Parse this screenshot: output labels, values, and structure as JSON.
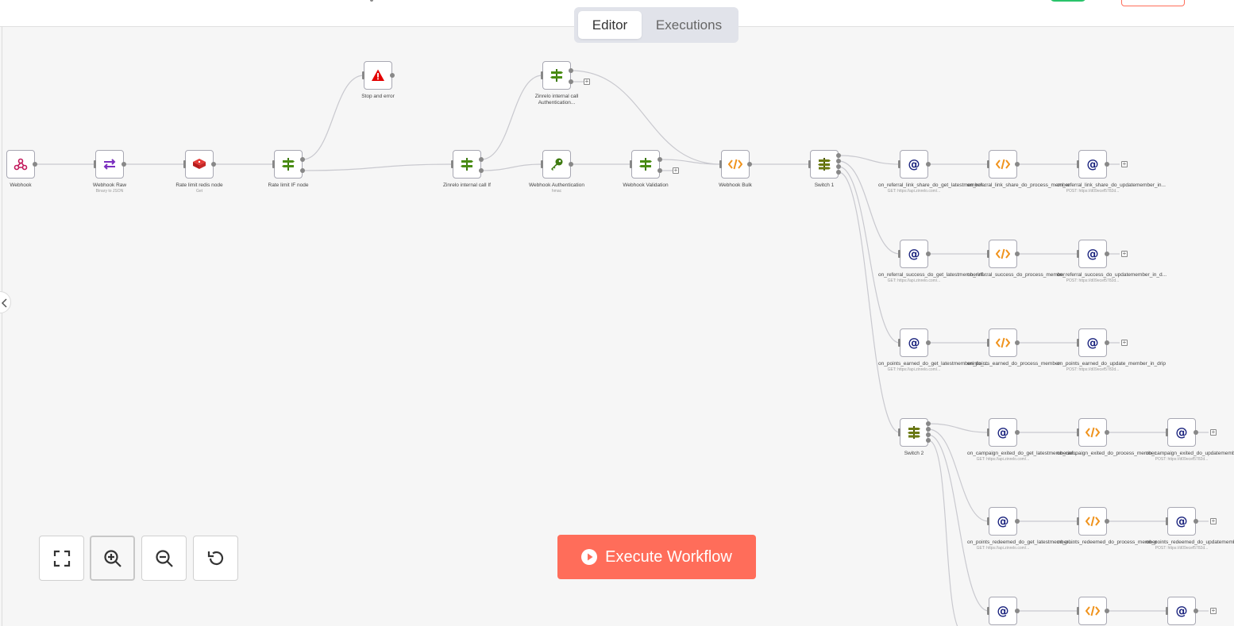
{
  "tabs": {
    "editor": "Editor",
    "executions": "Executions"
  },
  "execute_button": {
    "label": "Execute Workflow"
  },
  "zoom_controls": [
    {
      "name": "fit-view-button",
      "icon": "fit-view-icon"
    },
    {
      "name": "zoom-in-button",
      "icon": "zoom-in-icon"
    },
    {
      "name": "zoom-out-button",
      "icon": "zoom-out-icon"
    },
    {
      "name": "reset-zoom-button",
      "icon": "reset-icon"
    }
  ],
  "colors": {
    "accent": "#ff6d5a",
    "success": "#29c36a",
    "node_border": "#a8a8b3",
    "canvas": "#f6f6f6"
  },
  "nodes": [
    {
      "id": "webhook",
      "label": "Webhook",
      "icon": "webhook-icon"
    },
    {
      "id": "webhook_raw",
      "label": "Webhook Raw",
      "sub": "Binary to JSON",
      "icon": "convert-icon"
    },
    {
      "id": "rate_limit_redis",
      "label": "Rate limit redis node",
      "sub": "Get",
      "icon": "redis-icon"
    },
    {
      "id": "rate_limit_if",
      "label": "Rate limit IF node",
      "icon": "if-icon"
    },
    {
      "id": "stop_error",
      "label": "Stop and error",
      "icon": "error-icon"
    },
    {
      "id": "zinrelo_if",
      "label": "Zinrelo internal call If",
      "icon": "if-icon"
    },
    {
      "id": "zinrelo_auth",
      "label": "Zinrelo internal call Authentication...",
      "icon": "if-icon"
    },
    {
      "id": "webhook_auth",
      "label": "Webhook Authentication",
      "sub": "hmac",
      "icon": "key-icon"
    },
    {
      "id": "webhook_validation",
      "label": "Webhook Validation",
      "icon": "if-icon"
    },
    {
      "id": "webhook_bulk",
      "label": "Webhook Bulk",
      "icon": "code-icon"
    },
    {
      "id": "switch1",
      "label": "Switch 1",
      "icon": "switch-icon"
    },
    {
      "id": "r1a",
      "label": "on_referral_link_share_do_get_latestmember...",
      "sub": "GET: https://api.zinrelo.com/...",
      "icon": "http-icon"
    },
    {
      "id": "r1b",
      "label": "on_referral_link_share_do_process_member",
      "icon": "code-icon"
    },
    {
      "id": "r1c",
      "label": "on_referral_link_share_do_updatemember_in...",
      "sub": "POST: https://d09ecef5782d...",
      "icon": "http-icon"
    },
    {
      "id": "r2a",
      "label": "on_referral_success_do_get_latestmemberinf...",
      "sub": "GET: https://api.zinrelo.com/...",
      "icon": "http-icon"
    },
    {
      "id": "r2b",
      "label": "on_referral_success_do_process_member",
      "icon": "code-icon"
    },
    {
      "id": "r2c",
      "label": "on_referral_success_do_updatemember_in_d...",
      "sub": "POST: https://d09ecef5782d...",
      "icon": "http-icon"
    },
    {
      "id": "r3a",
      "label": "on_points_earned_do_get_latestmemberinfo_...",
      "sub": "GET: https://api.zinrelo.com/...",
      "icon": "http-icon"
    },
    {
      "id": "r3b",
      "label": "on_points_earned_do_process_member",
      "icon": "code-icon"
    },
    {
      "id": "r3c",
      "label": "on_points_earned_do_update_member_in_drip",
      "sub": "POST: https://d09ecef5782d...",
      "icon": "http-icon"
    },
    {
      "id": "switch2",
      "label": "Switch 2",
      "icon": "switch-icon"
    },
    {
      "id": "s1a",
      "label": "on_campaign_exited_do_get_latestmemberinf...",
      "sub": "GET: https://api.zinrelo.com/...",
      "icon": "http-icon"
    },
    {
      "id": "s1b",
      "label": "on_campaign_exited_do_process_member",
      "icon": "code-icon"
    },
    {
      "id": "s1c",
      "label": "on_campaign_exited_do_updatemember_in_d...",
      "sub": "POST: https://d09ecef5782d...",
      "icon": "http-icon"
    },
    {
      "id": "s2a",
      "label": "on_points_redeemed_do_get_latestmemberi...",
      "sub": "GET: https://api.zinrelo.com/...",
      "icon": "http-icon"
    },
    {
      "id": "s2b",
      "label": "on_points_redeemed_do_process_member",
      "icon": "code-icon"
    },
    {
      "id": "s2c",
      "label": "on_points_redeemed_do_updatemember_in_...",
      "sub": "POST: https://d09ecef5782d...",
      "icon": "http-icon"
    },
    {
      "id": "s3a",
      "label": "",
      "icon": "http-icon"
    },
    {
      "id": "s3b",
      "label": "",
      "icon": "code-icon"
    },
    {
      "id": "s3c",
      "label": "",
      "icon": "http-icon"
    }
  ]
}
